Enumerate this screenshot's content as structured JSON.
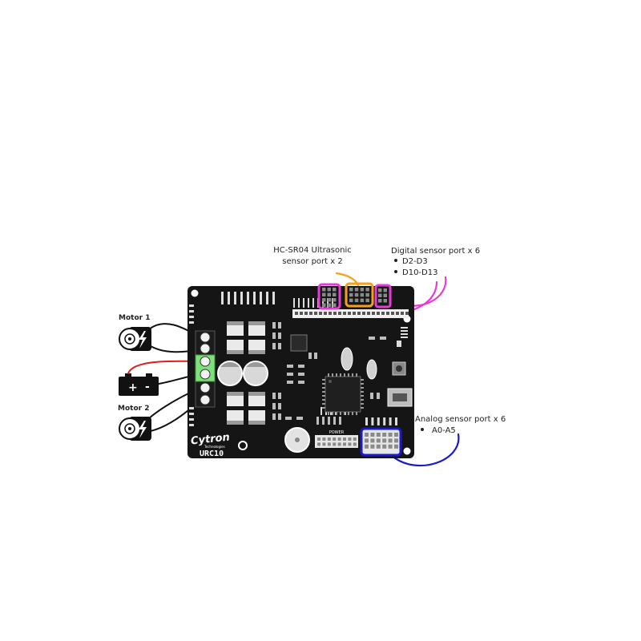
{
  "annotations": {
    "ultrasonic": {
      "line1": "HC-SR04 Ultrasonic",
      "line2": "sensor port x 2",
      "color": "#f5a01a"
    },
    "digital": {
      "title": "Digital sensor port x 6",
      "bullets": [
        "D2-D3",
        "D10-D13"
      ],
      "color": "#e83ad8"
    },
    "analog": {
      "title": "Analog sensor port x 6",
      "bullets": [
        "A0-A5"
      ],
      "color": "#1a1ac8"
    },
    "motor1": {
      "label": "Motor 1",
      "icon": "motor-icon"
    },
    "motor2": {
      "label": "Motor 2",
      "icon": "motor-icon"
    }
  },
  "battery": {
    "plus": "+",
    "minus": "-",
    "icon": "battery-icon"
  },
  "board": {
    "brand": "Cytron",
    "brand_sub": "Technologies",
    "model": "URC10",
    "power_label": "POWER",
    "pcb_color": "#151515",
    "terminal_color": "#7ee07a"
  },
  "wires": {
    "positive_color": "#e01e1e",
    "negative_color": "#111111"
  }
}
